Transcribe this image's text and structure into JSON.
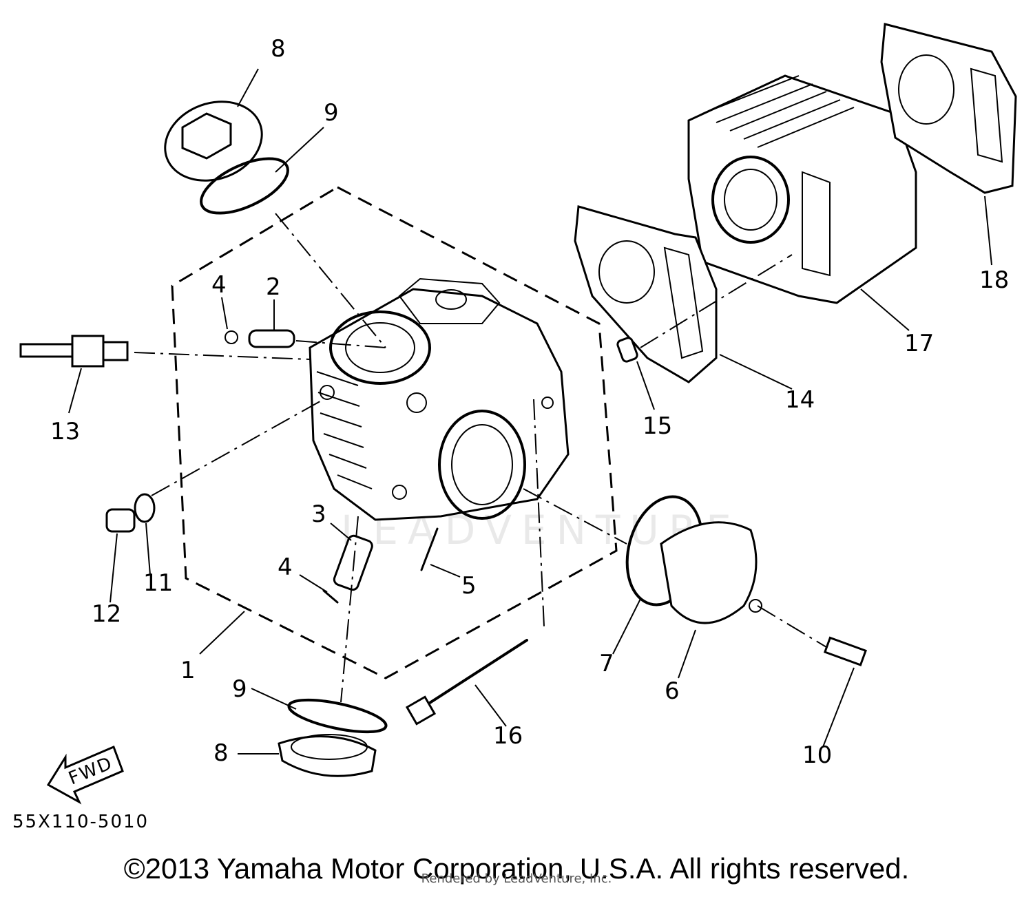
{
  "callouts": [
    "1",
    "2",
    "3",
    "4",
    "4",
    "5",
    "6",
    "7",
    "8",
    "8",
    "9",
    "9",
    "10",
    "11",
    "12",
    "13",
    "14",
    "15",
    "16",
    "17",
    "18"
  ],
  "fwd_label": "FWD",
  "part_code": "55X110-5010",
  "watermark": "LEADVENTURE",
  "copyright": "©2013 Yamaha Motor Corporation, U.S.A. All rights reserved.",
  "rendered_by": "Rendered by LeadVenture, Inc."
}
